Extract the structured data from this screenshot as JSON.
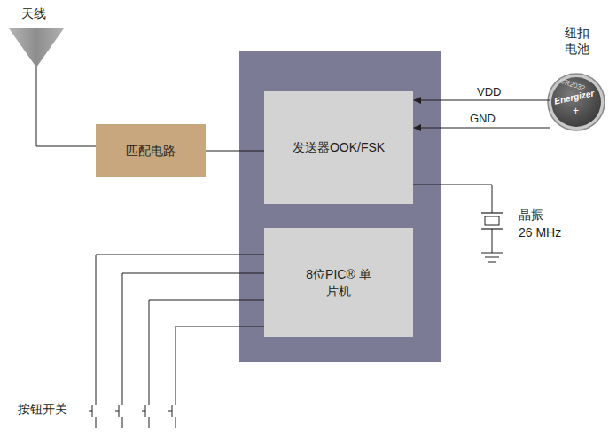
{
  "diagram": {
    "nodes": [
      {
        "text": [
          "匹配电路"
        ]
      },
      {
        "text": [
          "发送器OOK/FSK"
        ]
      },
      {
        "text": [
          "8位PIC® 单片机"
        ]
      },
      {
        "text": [
          "纽扣 电池"
        ]
      }
    ],
    "edges": [
      {
        "from": 0,
        "to": 1,
        "arrow": "none"
      },
      {
        "from": 3,
        "to": 1,
        "label": "VDD",
        "arrow": "to"
      },
      {
        "from": 3,
        "to": 1,
        "label": "GND",
        "arrow": "to"
      }
    ],
    "labels": [
      "天线",
      "晶振",
      "26 MHz",
      "按钮开关",
      "CR2032",
      "Energizer",
      "+"
    ]
  }
}
